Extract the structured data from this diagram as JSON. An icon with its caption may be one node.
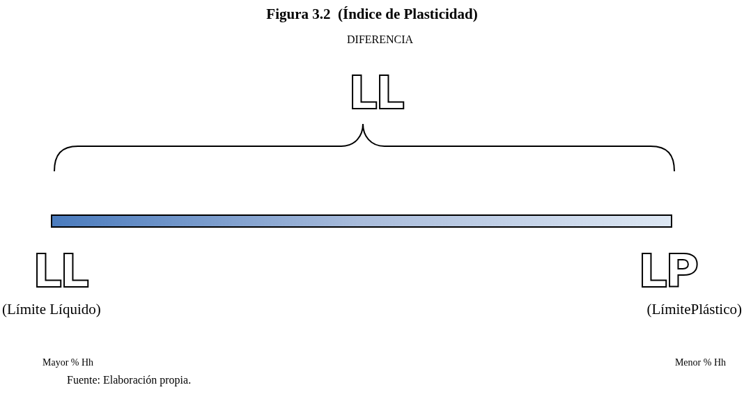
{
  "diagram": {
    "title": "Figura 3.2  (Índice de Plasticidad)",
    "nodes": [
      {
        "text": [],
        "shape": "bar"
      }
    ],
    "labels": [
      "DIFERENCIA",
      "LL",
      "LL",
      "LP",
      "(Límite Líquido)",
      "(LímitePlástico)",
      "Mayor % Hh",
      "Menor % Hh"
    ],
    "caption": "Fuente: Elaboración propia."
  }
}
